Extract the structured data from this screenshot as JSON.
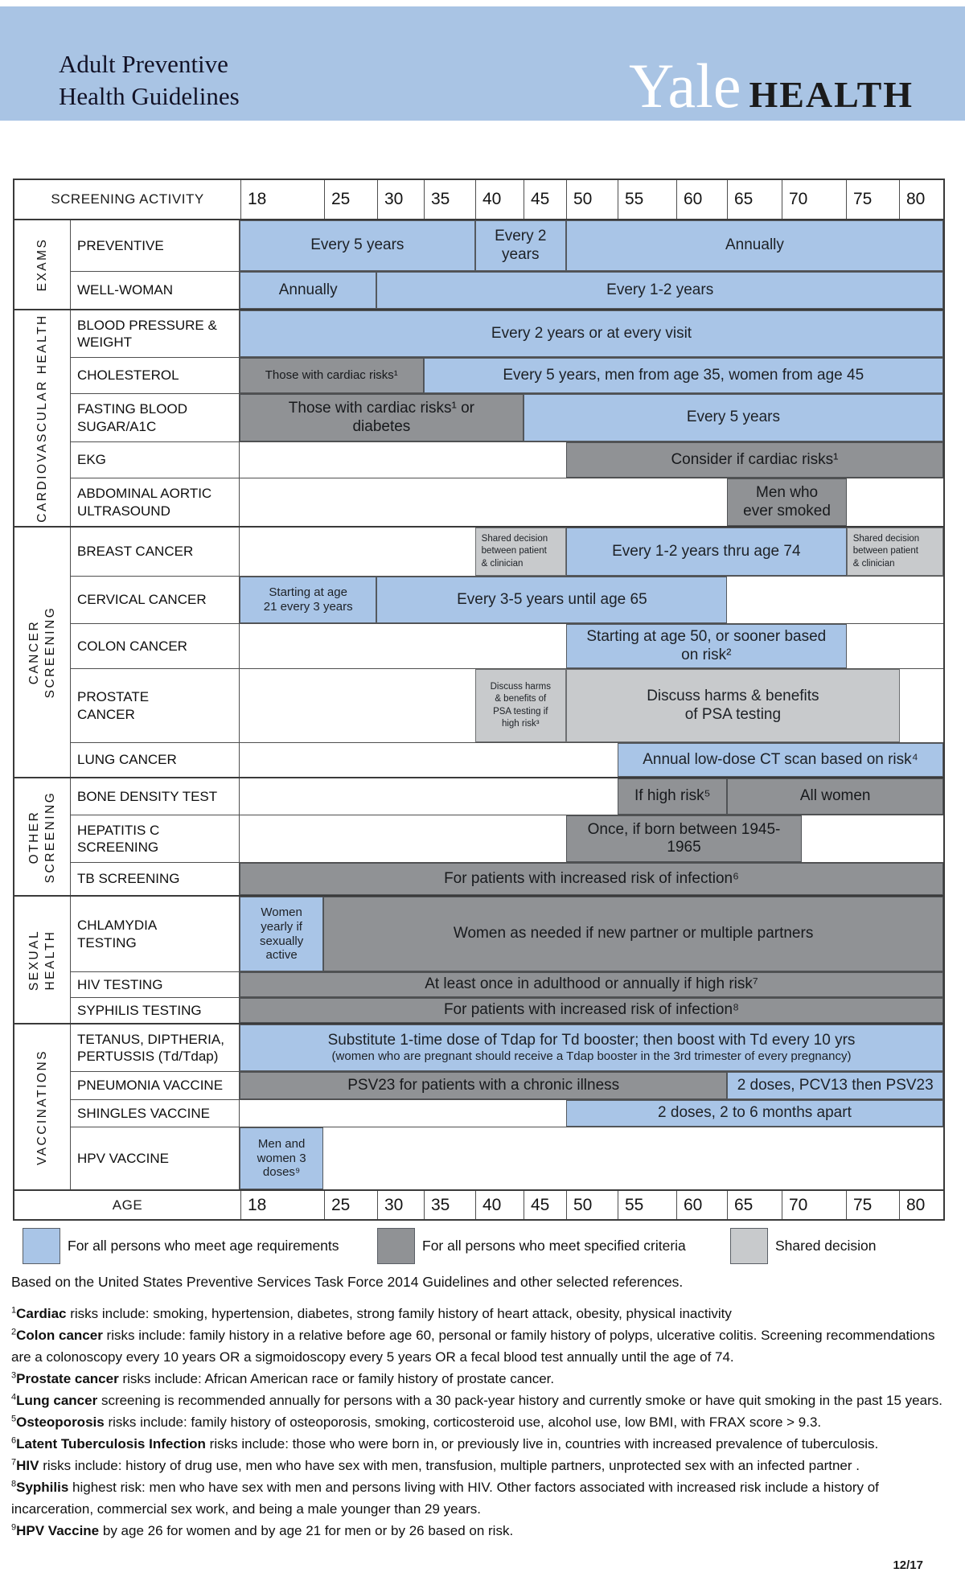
{
  "banner": {
    "title_line1": "Adult Preventive",
    "title_line2": "Health Guidelines",
    "logo_yale": "Yale",
    "logo_health": "HEALTH"
  },
  "colors": {
    "blue": "#a9c5e7",
    "dark_gray": "#909295",
    "light_gray": "#c8cacc",
    "banner_blue": "#a9c4e4"
  },
  "table": {
    "header_label": "SCREENING ACTIVITY",
    "footer_label": "AGE",
    "ages": [
      "18",
      "25",
      "30",
      "35",
      "40",
      "45",
      "50",
      "55",
      "60",
      "65",
      "70",
      "75",
      "80"
    ],
    "sections": [
      {
        "group": [
          "EXAMS"
        ],
        "rows": [
          {
            "label": [
              "PREVENTIVE"
            ],
            "bars": [
              {
                "from": "18",
                "to": "40",
                "color": "blue",
                "lines": [
                  "Every 5 years"
                ]
              },
              {
                "from": "40",
                "to": "50",
                "color": "blue",
                "lines": [
                  "Every 2",
                  "years"
                ]
              },
              {
                "from": "50",
                "to": "end",
                "color": "blue",
                "lines": [
                  "Annually"
                ]
              }
            ]
          },
          {
            "label": [
              "WELL-WOMAN"
            ],
            "bars": [
              {
                "from": "18",
                "to": "30",
                "color": "blue",
                "lines": [
                  "Annually"
                ]
              },
              {
                "from": "30",
                "to": "end",
                "color": "blue",
                "lines": [
                  "Every 1-2 years"
                ]
              }
            ]
          }
        ]
      },
      {
        "group": [
          "CARDIOVASCULAR HEALTH"
        ],
        "rows": [
          {
            "label": [
              "BLOOD PRESSURE &",
              "WEIGHT"
            ],
            "bars": [
              {
                "from": "18",
                "to": "end",
                "color": "blue",
                "lines": [
                  "Every 2 years or at every visit"
                ]
              }
            ]
          },
          {
            "label": [
              "CHOLESTEROL"
            ],
            "bars": [
              {
                "from": "18",
                "to": "35",
                "color": "dark",
                "size": "sm",
                "lines": [
                  "Those with cardiac risks¹"
                ]
              },
              {
                "from": "35",
                "to": "end",
                "color": "blue",
                "lines": [
                  "Every 5 years, men from age 35, women from age 45"
                ]
              }
            ]
          },
          {
            "label": [
              "FASTING BLOOD",
              "SUGAR/A1C"
            ],
            "bars": [
              {
                "from": "18",
                "to": "45",
                "color": "dark",
                "lines": [
                  "Those with cardiac risks¹ or",
                  "diabetes"
                ]
              },
              {
                "from": "45",
                "to": "end",
                "color": "blue",
                "lines": [
                  "Every 5 years"
                ]
              }
            ]
          },
          {
            "label": [
              "EKG"
            ],
            "bars": [
              {
                "from": "50",
                "to": "end",
                "color": "dark",
                "lines": [
                  "Consider if cardiac risks¹"
                ]
              }
            ]
          },
          {
            "label": [
              "ABDOMINAL AORTIC",
              "ULTRASOUND"
            ],
            "bars": [
              {
                "from": "65",
                "to": "75",
                "color": "dark",
                "lines": [
                  "Men who",
                  "ever smoked"
                ]
              }
            ]
          }
        ]
      },
      {
        "group": [
          "CANCER",
          "SCREENING"
        ],
        "rows": [
          {
            "label": [
              "BREAST CANCER"
            ],
            "bars": [
              {
                "from": "40",
                "to": "50",
                "color": "light",
                "size": "xs",
                "align": "left",
                "lines": [
                  "Shared decision",
                  "between patient",
                  "& clinician"
                ]
              },
              {
                "from": "50",
                "to": "75",
                "color": "blue",
                "lines": [
                  "Every 1-2 years thru age 74"
                ]
              },
              {
                "from": "75",
                "to": "end",
                "color": "light",
                "size": "xs",
                "align": "left",
                "lines": [
                  "Shared decision",
                  "between patient",
                  "& clinician"
                ]
              }
            ]
          },
          {
            "label": [
              "CERVICAL CANCER"
            ],
            "bars": [
              {
                "from": "18",
                "to": "30",
                "color": "blue",
                "size": "sm",
                "lines": [
                  "Starting at age",
                  "21 every 3 years"
                ]
              },
              {
                "from": "30",
                "to": "65",
                "color": "blue",
                "lines": [
                  "Every 3-5 years until age 65"
                ]
              }
            ]
          },
          {
            "label": [
              "COLON CANCER"
            ],
            "bars": [
              {
                "from": "50",
                "to": "75",
                "color": "blue",
                "lines": [
                  "Starting at age 50, or sooner based",
                  "on risk²"
                ]
              }
            ]
          },
          {
            "label": [
              "PROSTATE",
              "CANCER"
            ],
            "bars": [
              {
                "from": "40",
                "to": "50",
                "color": "light",
                "size": "xs",
                "lines": [
                  "Discuss harms",
                  "& benefits of",
                  "PSA testing if",
                  "high risk³"
                ]
              },
              {
                "from": "50",
                "to": "80",
                "color": "light",
                "lines": [
                  "Discuss harms & benefits",
                  "of PSA testing"
                ]
              }
            ]
          },
          {
            "label": [
              "LUNG CANCER"
            ],
            "bars": [
              {
                "from": "55",
                "to": "end",
                "color": "blue",
                "lines": [
                  "Annual low-dose CT scan based on risk⁴"
                ]
              }
            ]
          }
        ]
      },
      {
        "group": [
          "OTHER",
          "SCREENING"
        ],
        "rows": [
          {
            "label": [
              "BONE DENSITY TEST"
            ],
            "bars": [
              {
                "from": "55",
                "to": "65",
                "color": "dark",
                "lines": [
                  "If high risk⁵"
                ]
              },
              {
                "from": "65",
                "to": "end",
                "color": "dark",
                "lines": [
                  "All women"
                ]
              }
            ]
          },
          {
            "label": [
              "HEPATITIS C",
              "SCREENING"
            ],
            "bars": [
              {
                "from": "50",
                "to": "72",
                "color": "dark",
                "lines": [
                  "Once, if born between 1945-",
                  "1965"
                ]
              }
            ]
          },
          {
            "label": [
              "TB SCREENING"
            ],
            "bars": [
              {
                "from": "18",
                "to": "end",
                "color": "dark",
                "lines": [
                  "For patients with increased risk of infection⁶"
                ]
              }
            ]
          }
        ]
      },
      {
        "group": [
          "SEXUAL",
          "HEALTH"
        ],
        "rows": [
          {
            "label": [
              "CHLAMYDIA",
              "TESTING"
            ],
            "bars": [
              {
                "from": "18",
                "to": "25",
                "color": "blue",
                "size": "sm",
                "lines": [
                  "Women",
                  "yearly if",
                  "sexually",
                  "active"
                ]
              },
              {
                "from": "25",
                "to": "end",
                "color": "dark",
                "lines": [
                  "Women as needed if new partner or multiple partners"
                ]
              }
            ]
          },
          {
            "label": [
              "HIV TESTING"
            ],
            "bars": [
              {
                "from": "18",
                "to": "end",
                "color": "dark",
                "lines": [
                  "At least once in adulthood or annually if high risk⁷"
                ]
              }
            ]
          },
          {
            "label": [
              "SYPHILIS TESTING"
            ],
            "bars": [
              {
                "from": "18",
                "to": "end",
                "color": "dark",
                "lines": [
                  "For patients with increased risk of infection⁸"
                ]
              }
            ]
          }
        ]
      },
      {
        "group": [
          "VACCINATIONS"
        ],
        "rows": [
          {
            "label": [
              "TETANUS, DIPTHERIA,",
              "PERTUSSIS (Td/Tdap)"
            ],
            "bars": [
              {
                "from": "18",
                "to": "end",
                "color": "blue",
                "lines": [
                  "Substitute 1-time dose of Tdap for Td booster; then boost with Td every 10 yrs"
                ],
                "sub": "(women who are pregnant should receive a Tdap booster in the 3rd trimester of every pregnancy)"
              }
            ]
          },
          {
            "label": [
              "PNEUMONIA VACCINE"
            ],
            "bars": [
              {
                "from": "18",
                "to": "65",
                "color": "dark",
                "lines": [
                  "PSV23 for patients with a chronic illness"
                ]
              },
              {
                "from": "65",
                "to": "end",
                "color": "blue",
                "lines": [
                  "2 doses, PCV13 then PSV23"
                ]
              }
            ]
          },
          {
            "label": [
              "SHINGLES VACCINE"
            ],
            "bars": [
              {
                "from": "50",
                "to": "end",
                "color": "blue",
                "lines": [
                  "2 doses, 2 to 6 months apart"
                ]
              }
            ]
          },
          {
            "label": [
              "HPV VACCINE"
            ],
            "bars": [
              {
                "from": "18",
                "to": "25",
                "color": "blue",
                "size": "sm",
                "lines": [
                  "Men and",
                  "women 3",
                  "doses⁹"
                ]
              }
            ]
          }
        ]
      }
    ]
  },
  "legend": [
    {
      "color": "blue",
      "label": "For all persons who meet age requirements"
    },
    {
      "color": "dark",
      "label": "For all persons who meet specified criteria"
    },
    {
      "color": "light",
      "label": "Shared decision"
    }
  ],
  "source_note": "Based on the United States Preventive Services Task Force 2014 Guidelines and other selected references.",
  "footnotes": [
    {
      "sup": "1",
      "bold": "Cardiac",
      "text": " risks include: smoking, hypertension, diabetes, strong family history of heart attack, obesity, physical inactivity"
    },
    {
      "sup": "2",
      "bold": "Colon cancer",
      "text": " risks include: family history in a relative before age 60, personal or family history of polyps, ulcerative colitis. Screening recommendations are a colonoscopy every 10 years OR a sigmoidoscopy every 5 years OR a fecal blood test annually until the age of 74."
    },
    {
      "sup": "3",
      "bold": "Prostate cancer",
      "text": " risks include: African American race or family history of prostate cancer."
    },
    {
      "sup": "4",
      "bold": "Lung cancer",
      "text": " screening is recommended annually for persons with a 30 pack-year history and currently smoke or have quit smoking in the past 15 years."
    },
    {
      "sup": "5",
      "bold": "Osteoporosis",
      "text": " risks include: family history of osteoporosis, smoking, corticosteroid use, alcohol use, low BMI, with FRAX score > 9.3."
    },
    {
      "sup": "6",
      "bold": "Latent Tuberculosis Infection",
      "text": " risks include: those who were born in, or previously live in, countries with increased prevalence of tuberculosis."
    },
    {
      "sup": "7",
      "bold": "HIV",
      "text": " risks include: history of drug use, men who have sex with men, transfusion, multiple partners, unprotected sex with an infected partner ."
    },
    {
      "sup": "8",
      "bold": "Syphilis",
      "text": " highest risk: men who have sex with men and persons living with HIV.  Other factors associated with increased risk include a history of incarceration, commercial sex work, and being a male younger than 29 years."
    },
    {
      "sup": "9",
      "bold": "HPV Vaccine",
      "text": " by age 26 for women and by age 21 for men or by 26 based on risk."
    }
  ],
  "page_code": "12/17"
}
